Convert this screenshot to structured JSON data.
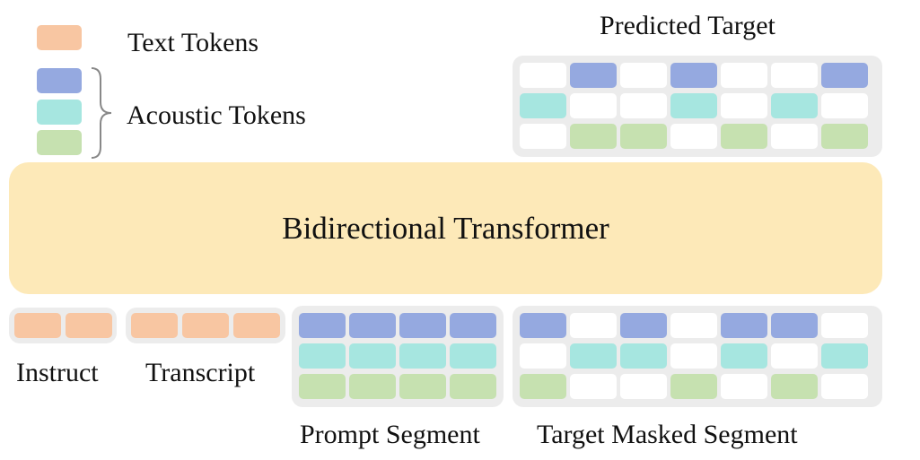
{
  "legend": {
    "text_tokens_label": "Text Tokens",
    "acoustic_tokens_label": "Acoustic Tokens"
  },
  "transformer": {
    "label": "Bidirectional Transformer"
  },
  "top": {
    "predicted_target_label": "Predicted Target"
  },
  "bottom": {
    "instruct_label": "Instruct",
    "transcript_label": "Transcript",
    "prompt_segment_label": "Prompt Segment",
    "target_masked_segment_label": "Target Masked Segment"
  },
  "colors": {
    "text_token": "#f8c6a2",
    "acoustic_1": "#95a9e0",
    "acoustic_2": "#a6e6e0",
    "acoustic_3": "#c6e1b0",
    "transformer": "#fde9b8",
    "panel": "#ececec",
    "empty_cell": "#ffffff"
  },
  "grids": {
    "predicted_target": [
      [
        0,
        1,
        0,
        1,
        0,
        0,
        1
      ],
      [
        2,
        0,
        0,
        2,
        0,
        2,
        0
      ],
      [
        0,
        3,
        3,
        0,
        3,
        0,
        3
      ]
    ],
    "target_masked_segment": [
      [
        1,
        0,
        1,
        0,
        1,
        1,
        0
      ],
      [
        0,
        2,
        2,
        0,
        2,
        0,
        2
      ],
      [
        3,
        0,
        0,
        3,
        0,
        3,
        0
      ]
    ],
    "prompt_segment": [
      [
        1,
        1,
        1,
        1
      ],
      [
        2,
        2,
        2,
        2
      ],
      [
        3,
        3,
        3,
        3
      ]
    ],
    "instruct_tokens": 2,
    "transcript_tokens": 3
  }
}
